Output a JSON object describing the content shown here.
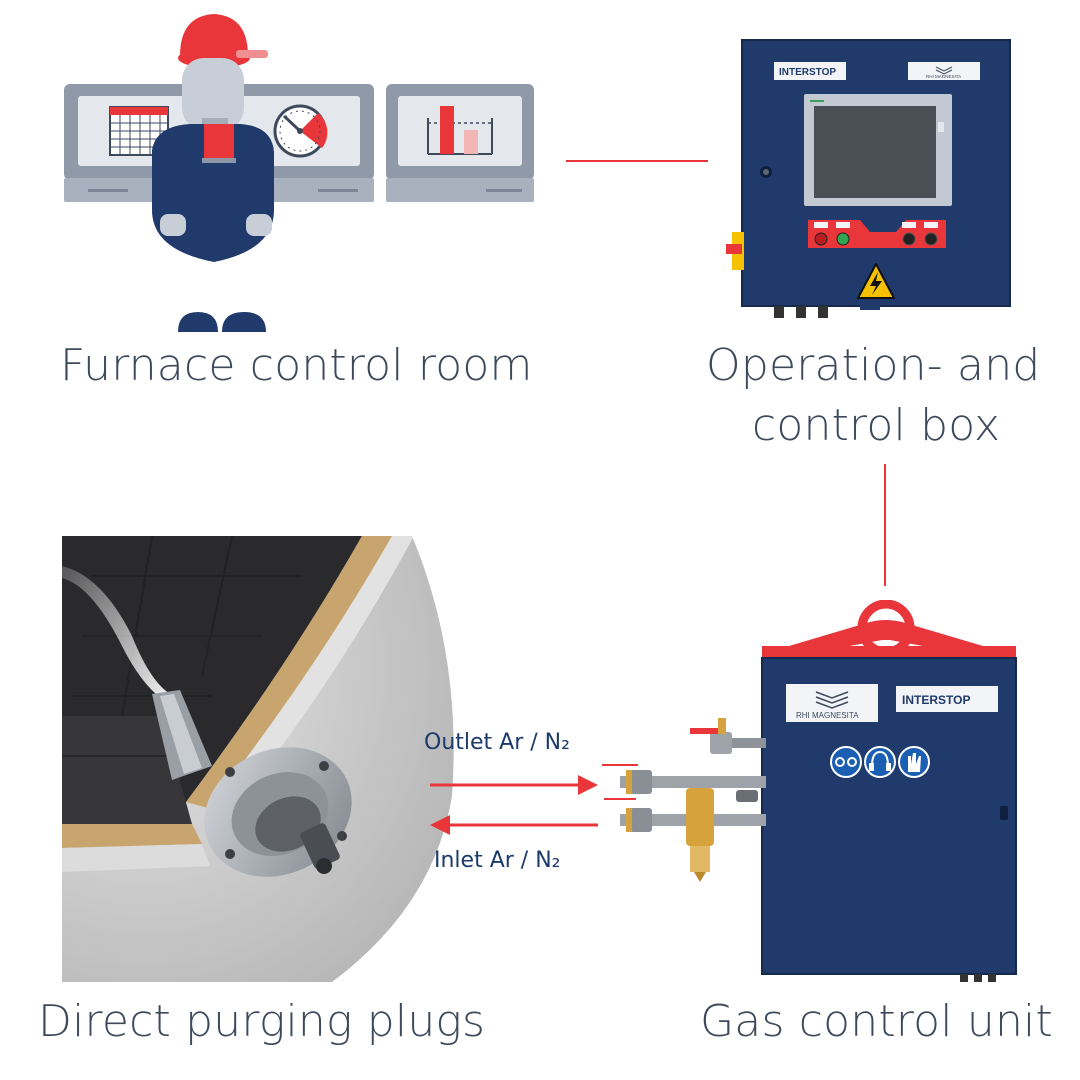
{
  "labels": {
    "control_room": "Furnace control room",
    "operation_box_line1": "Operation- and",
    "operation_box_line2": "control box",
    "purging_plugs": "Direct purging plugs",
    "gas_unit": "Gas control unit"
  },
  "flows": {
    "outlet": "Outlet Ar / N₂",
    "inlet": "Inlet Ar / N₂"
  },
  "brands": {
    "interstop": "INTERSTOP",
    "rhi": "RHI MAGNESITA"
  },
  "colors": {
    "accent_red": "#e8363a",
    "cabinet_navy": "#1f3a6b",
    "text_gray": "#3e4a5c",
    "flow_text": "#1c3a6b"
  },
  "icons": [
    "goggles-icon",
    "ear-protection-icon",
    "gloves-icon",
    "high-voltage-warning-icon"
  ]
}
